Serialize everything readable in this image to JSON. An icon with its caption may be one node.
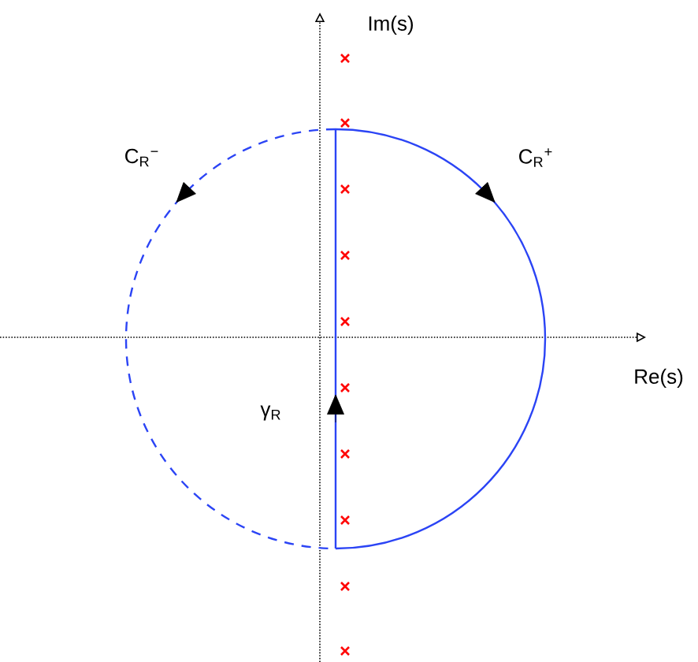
{
  "diagram": {
    "labels": [
      "Im(s)",
      "C$_{R}$$^{−}$",
      "C$_{R}$$^{+}$",
      "Re(s)",
      "γ$_{R}$"
    ]
  }
}
